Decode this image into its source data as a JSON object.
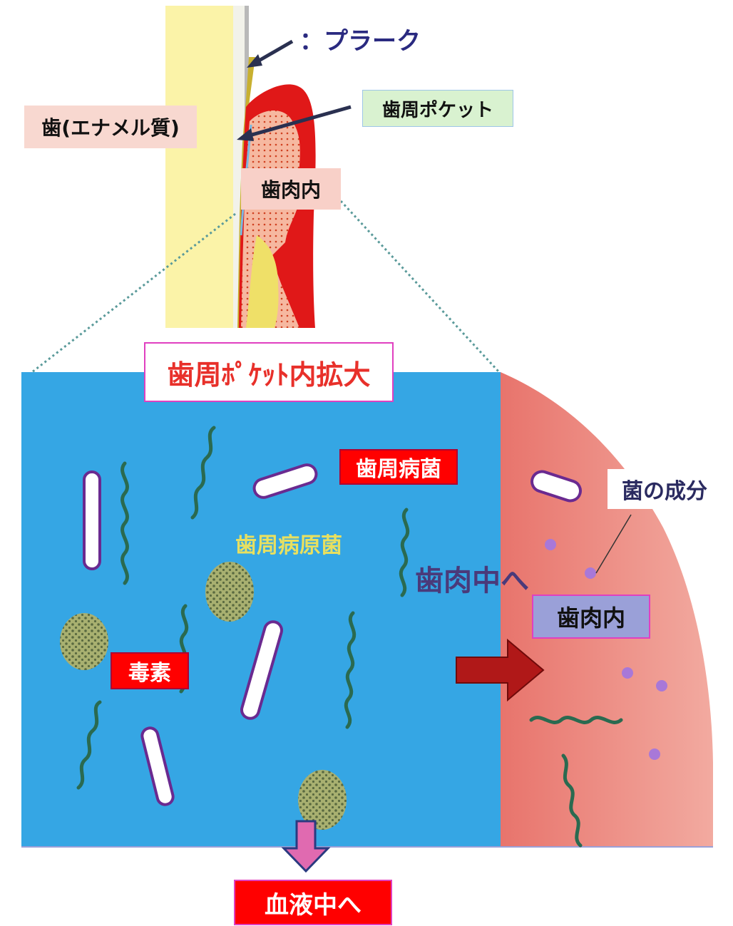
{
  "labels": {
    "plaque": "：プラーク",
    "tooth": "歯(エナメル質)",
    "periodontal_pocket": "歯周ポケット",
    "gum_inside_top": "歯肉内",
    "pocket_enlarged": "歯周ﾎﾟｹｯﾄ内拡大",
    "periodontal_bacteria": "歯周病菌",
    "periodontal_pathogen": "歯周病原菌",
    "into_gum": "歯肉中へ",
    "bacteria_component": "菌の成分",
    "gum_inside_bottom": "歯肉内",
    "toxin": "毒素",
    "into_blood": "血液中へ"
  },
  "colors": {
    "pocket_blue": "#35a6e4",
    "gum_pink": "#e8807a",
    "tooth_yellow": "#fbf3a8",
    "gum_red": "#e01818",
    "label_red": "#ff0000",
    "title_red": "#e8302a"
  }
}
